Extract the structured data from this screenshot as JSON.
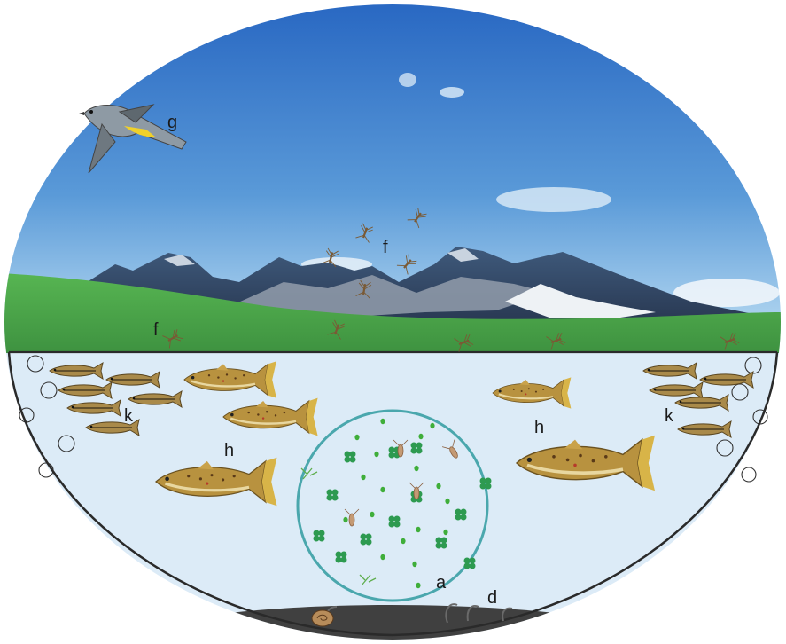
{
  "labels": {
    "a": "a",
    "d": "d",
    "f_air": "f",
    "f_ground": "f",
    "g": "g",
    "h_left": "h",
    "h_right": "h",
    "k_left": "k",
    "k_right": "k"
  },
  "colors": {
    "sky_top": "#2f72c9",
    "sky_bottom": "#bfe0f4",
    "meadow": "#4da84a",
    "water": "#dcebf7",
    "plankton_circle": "#4aa7ad",
    "sediment": "#3a3a3a",
    "trout_body": "#b08a3e",
    "minnow_body": "#a88b4c"
  },
  "icons": [
    "wagtail-bird-icon",
    "mosquito-icon",
    "trout-icon",
    "minnow-icon",
    "algae-icon",
    "zooplankton-icon",
    "snail-icon",
    "worm-icon"
  ]
}
